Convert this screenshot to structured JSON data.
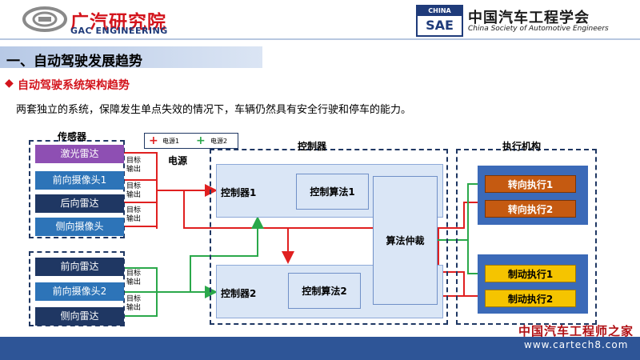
{
  "header": {
    "left_logo_cn": "广汽研究院",
    "left_logo_en": "GAC ENGINEERING",
    "sae_top": "CHINA",
    "sae_bottom": "SAE",
    "right_logo_cn": "中国汽车工程学会",
    "right_logo_en": "China Society of Automotive Engineers"
  },
  "section_title": "一、自动驾驶发展趋势",
  "subtitle_bullet": "◆",
  "subtitle": "自动驾驶系统架构趋势",
  "description": "两套独立的系统，保障发生单点失效的情况下，车辆仍然具有安全行驶和停车的能力。",
  "legend": {
    "power1_symbol": "+",
    "power1_label": "电源1",
    "power2_symbol": "+",
    "power2_label": "电源2"
  },
  "labels": {
    "sensors": "传感器",
    "power": "电源",
    "controllers": "控制器",
    "actuators": "执行机构"
  },
  "sensor_group_1": [
    "激光雷达",
    "前向摄像头1",
    "后向雷达",
    "侧向摄像头"
  ],
  "sensor_group_2": [
    "前向雷达",
    "前向摄像头2",
    "侧向雷达"
  ],
  "target_output": [
    "目标",
    "输出"
  ],
  "controllers": {
    "c1": "控制器1",
    "a1": "控制算法1",
    "c2": "控制器2",
    "a2": "控制算法2",
    "arbitration": "算法仲裁"
  },
  "actuators": {
    "steer1": "转向执行1",
    "steer2": "转向执行2",
    "brake1": "制动执行1",
    "brake2": "制动执行2"
  },
  "watermark": {
    "cn": "中国汽车工程师之家",
    "url": "www.cartech8.com"
  },
  "colors": {
    "power1_wire": "#e02020",
    "power2_wire": "#2aa84a",
    "dash_border": "#1f3763",
    "footer": "#2e5597"
  }
}
